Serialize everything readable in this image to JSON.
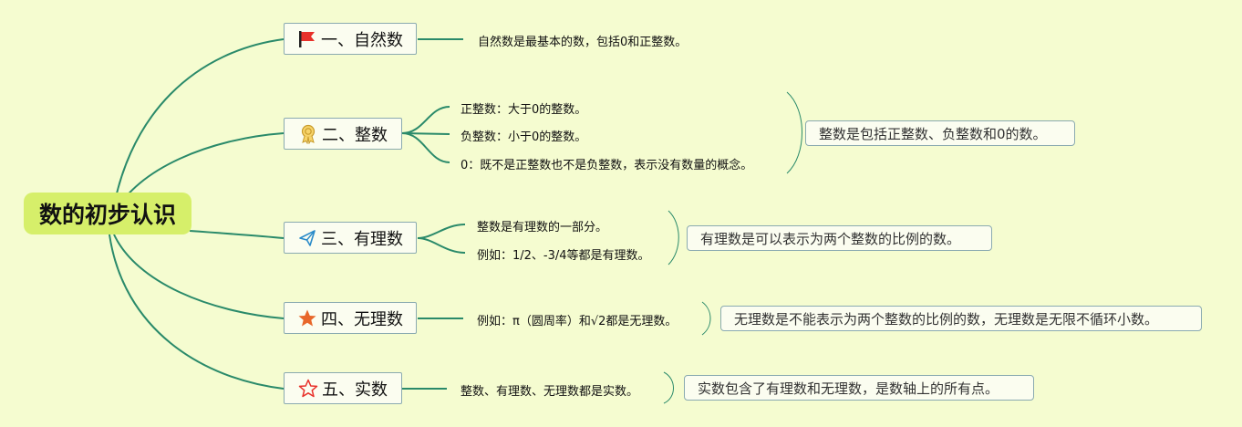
{
  "root": {
    "label": "数的初步认识"
  },
  "branches": [
    {
      "label": "一、自然数",
      "icon": "red-flag-icon",
      "items": [
        "自然数是最基本的数，包括0和正整数。"
      ],
      "summary": ""
    },
    {
      "label": "二、整数",
      "icon": "award-ribbon-icon",
      "items": [
        "正整数：大于0的整数。",
        "负整数：小于0的整数。",
        "0：既不是正整数也不是负整数，表示没有数量的概念。"
      ],
      "summary": "整数是包括正整数、负整数和0的数。"
    },
    {
      "label": "三、有理数",
      "icon": "paper-plane-icon",
      "items": [
        "整数是有理数的一部分。",
        "例如：1/2、-3/4等都是有理数。"
      ],
      "summary": "有理数是可以表示为两个整数的比例的数。"
    },
    {
      "label": "四、无理数",
      "icon": "orange-star-icon",
      "items": [
        "例如：π（圆周率）和√2都是无理数。"
      ],
      "summary": "无理数是不能表示为两个整数的比例的数，无理数是无限不循环小数。"
    },
    {
      "label": "五、实数",
      "icon": "red-outline-star-icon",
      "items": [
        "整数、有理数、无理数都是实数。"
      ],
      "summary": "实数包含了有理数和无理数，是数轴上的所有点。"
    }
  ],
  "colors": {
    "background": "#f5fcd0",
    "root": "#d6ef6a",
    "connector": "#2a8a6a",
    "bracket": "#8aaab0"
  }
}
